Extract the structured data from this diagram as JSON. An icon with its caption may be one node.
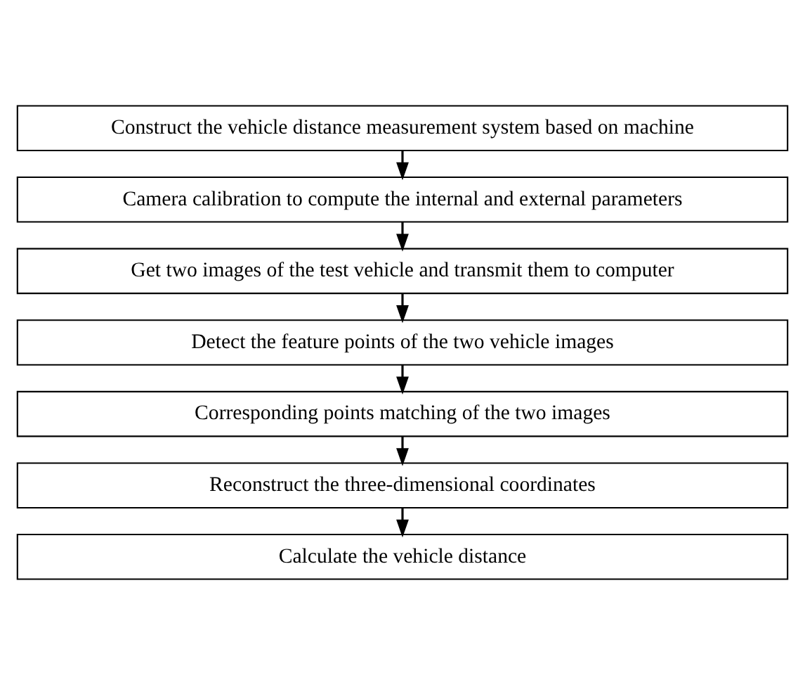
{
  "diagram": {
    "nodes": [
      {
        "text": [
          "Construct the vehicle distance measurement system based on machine"
        ]
      },
      {
        "text": [
          "Camera calibration to compute the internal and external parameters"
        ]
      },
      {
        "text": [
          "Get two images of the test vehicle and transmit them to computer"
        ]
      },
      {
        "text": [
          "Detect the feature points of the two vehicle images"
        ]
      },
      {
        "text": [
          "Corresponding points matching of the two images"
        ]
      },
      {
        "text": [
          "Reconstruct the three-dimensional coordinates"
        ]
      },
      {
        "text": [
          "Calculate the vehicle distance"
        ]
      }
    ],
    "edges": [
      {
        "from": 0,
        "to": 1,
        "arrow": "to"
      },
      {
        "from": 1,
        "to": 2,
        "arrow": "to"
      },
      {
        "from": 2,
        "to": 3,
        "arrow": "to"
      },
      {
        "from": 3,
        "to": 4,
        "arrow": "to"
      },
      {
        "from": 4,
        "to": 5,
        "arrow": "to"
      },
      {
        "from": 5,
        "to": 6,
        "arrow": "to"
      }
    ]
  }
}
